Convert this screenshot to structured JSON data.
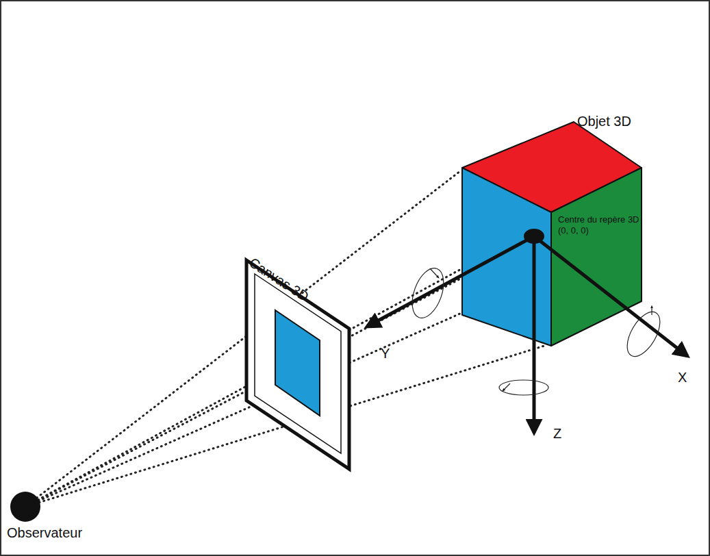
{
  "diagram": {
    "labels": [
      "Objet 3D",
      "Centre du repère 3D",
      "(0, 0, 0)",
      "Canvas 3D",
      "Y",
      "X",
      "Z",
      "Observateur"
    ]
  }
}
